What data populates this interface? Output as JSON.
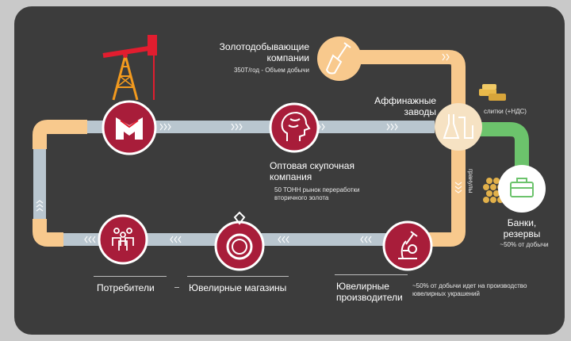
{
  "colors": {
    "background": "#3c3c3c",
    "pipe_gray": "#b9c6cf",
    "pipe_orange": "#f8c98d",
    "pipe_green": "#6cc36c",
    "node_red": "#a81d3a",
    "gold": "#e9b94a"
  },
  "nodes": {
    "mining": {
      "title": "Золотодобывающие компании",
      "note": "350Т/год - Объем добычи",
      "icon": "shovel-icon"
    },
    "refinery": {
      "title": "Аффинажные заводы",
      "icon": "refinery-flask-icon"
    },
    "bullion": {
      "label": "слитки (+НДС)",
      "icon": "gold-bars-icon"
    },
    "granules": {
      "label": "гранулы",
      "icon": "gold-granules-icon"
    },
    "banks": {
      "title": "Банки, резервы",
      "note": "~50% от добычи",
      "icon": "briefcase-icon"
    },
    "wholesale": {
      "title": "Оптовая скупочная компания",
      "note": "50 ТОНН рынок переработки вторичного золота",
      "icon": "profile-head-icon"
    },
    "exchange": {
      "icon": "exchange-logo-icon"
    },
    "oil": {
      "icon": "oil-derrick-icon"
    },
    "consumers": {
      "title": "Потребители",
      "icon": "people-icon"
    },
    "jewelry_stores": {
      "title": "Ювелирные магазины",
      "icon": "ring-icon"
    },
    "jewelry_makers": {
      "title": "Ювелирные производители",
      "note": "~50% от добычи идет на производство ювелирных украшений",
      "icon": "microscope-icon"
    }
  }
}
